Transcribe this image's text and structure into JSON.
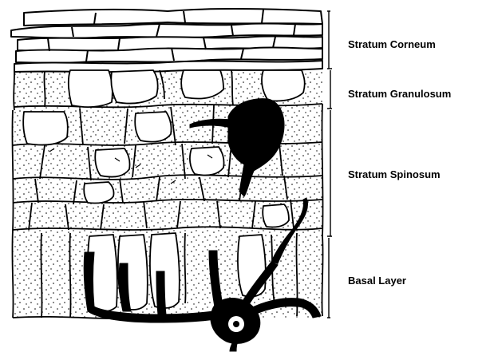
{
  "labels": {
    "corneum": "Stratum Corneum",
    "granulosum": "Stratum Granulosum",
    "spinosum": "Stratum Spinosum",
    "basal": "Basal Layer"
  },
  "colors": {
    "ink": "#000000",
    "background": "#ffffff",
    "cell_fill": "#ffffff",
    "melanocyte": "#000000"
  }
}
